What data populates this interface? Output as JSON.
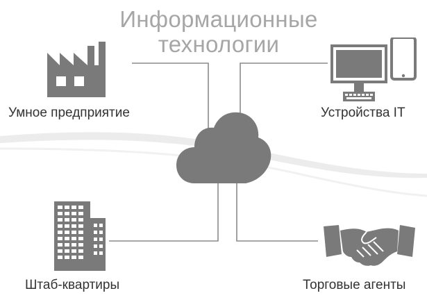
{
  "title": {
    "line1": "Информационные",
    "line2": "технологии"
  },
  "nodes": {
    "smart_enterprise": {
      "label": "Умное предприятие",
      "icon": "factory-icon"
    },
    "it_devices": {
      "label": "Устройства IT",
      "icon": "devices-icon"
    },
    "headquarters": {
      "label": "Штаб-квартиры",
      "icon": "office-building-icon"
    },
    "sales_agents": {
      "label": "Торговые агенты",
      "icon": "handshake-icon"
    },
    "hub": {
      "icon": "cloud-icon"
    }
  },
  "colors": {
    "icon": "#7a7a7a",
    "line": "#8a8a8a",
    "title": "#a6a6a6",
    "label": "#333333"
  }
}
